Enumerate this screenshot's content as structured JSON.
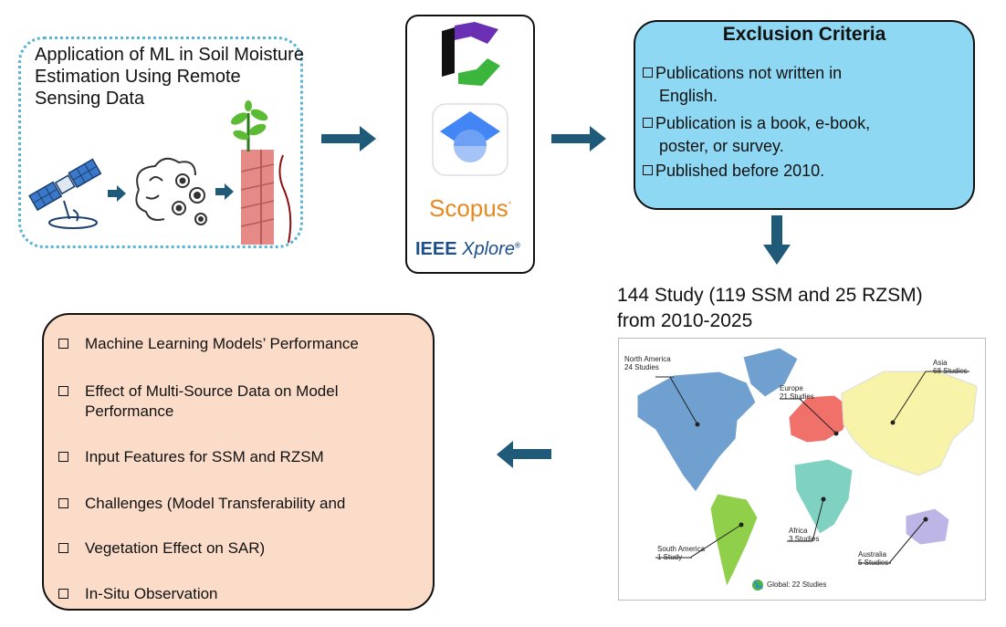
{
  "topic": {
    "title": "Application of ML in Soil Moisture Estimation Using Remote Sensing Data"
  },
  "databases": {
    "scopus": "Scopus",
    "ieee_main": "IEEE",
    "ieee_italic": "Xplore"
  },
  "exclusion": {
    "title": "Exclusion Criteria",
    "items": [
      "Publications not written in",
      "English.",
      "Publication is a book, e-book,",
      "poster, or survey.",
      "Published before 2010."
    ]
  },
  "study": {
    "line1": "144 Study (119 SSM and 25 RZSM)",
    "line2": "from 2010-2025"
  },
  "map": {
    "north_america": "North America",
    "north_america_count": "24 Studies",
    "europe": "Europe",
    "europe_count": "21 Studies",
    "asia": "Asia",
    "asia_count": "68 Studies",
    "africa": "Africa",
    "africa_count": "3 Studies",
    "south_america": "South America",
    "south_america_count": "1 Study",
    "australia": "Australia",
    "australia_count": "5 Studies",
    "global": "Global: 22 Studies",
    "colors": {
      "north_america": "#6fa0cf",
      "south_america": "#8fcf4a",
      "europe": "#f0706a",
      "asia": "#f7f3a8",
      "africa": "#7fd1c2",
      "australia": "#bdb5e6",
      "greenland": "#6fa0cf"
    }
  },
  "results": {
    "items": [
      "Machine Learning Models’ Performance",
      "Effect of Multi-Source Data on Model Performance",
      "Input Features for SSM and RZSM",
      "Challenges (Model Transferability and",
      "Vegetation Effect on SAR)",
      "In-Situ Observation"
    ]
  },
  "colors": {
    "arrow": "#1f5a78",
    "exclusion_bg": "#8fd8f3",
    "results_bg": "#fbdcc9",
    "topic_border": "#5ab4d6"
  }
}
